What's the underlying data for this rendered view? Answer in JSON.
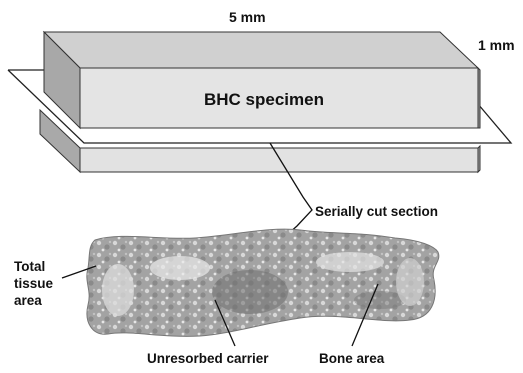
{
  "labels": {
    "width": "5 mm",
    "depth": "1 mm",
    "specimen": "BHC specimen",
    "section": "Serially cut section",
    "total_tissue": "Total tissue area",
    "carrier": "Unresorbed carrier",
    "bone": "Bone area"
  },
  "colors": {
    "block_front": "#e4e4e4",
    "block_top": "#cfcfcf",
    "block_side": "#a9a9a9",
    "plane": "#ffffff",
    "outline": "#222222",
    "tissue": "#9a9a9a"
  }
}
